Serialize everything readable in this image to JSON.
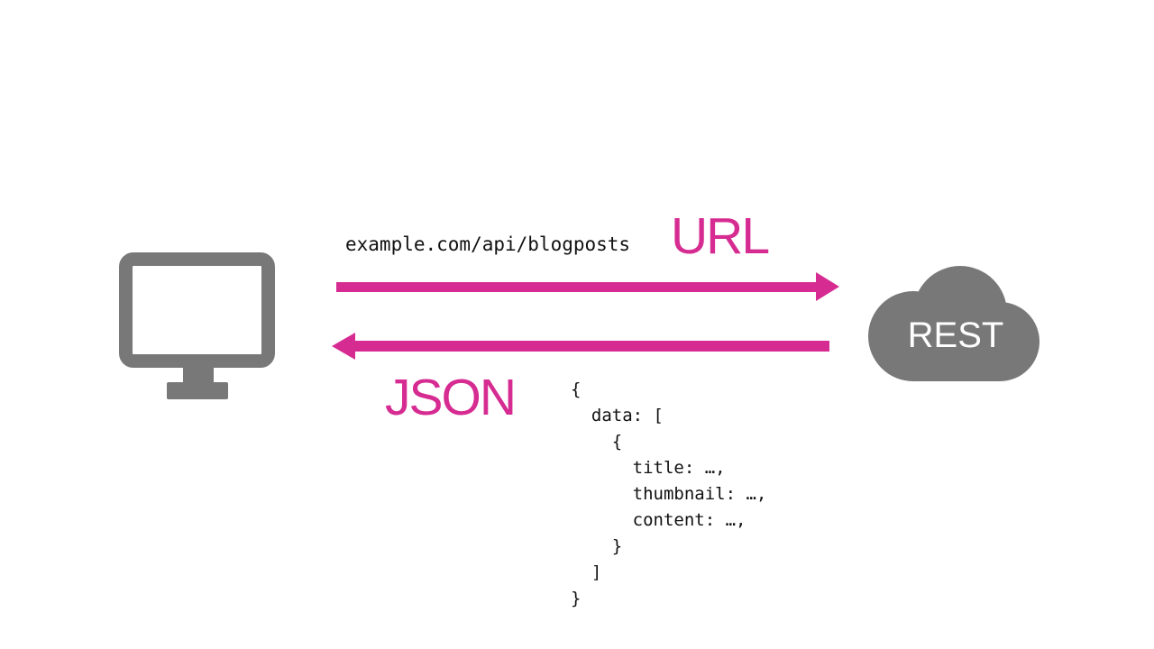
{
  "client": {
    "icon": "monitor-icon"
  },
  "server": {
    "icon": "cloud-icon",
    "label": "REST"
  },
  "request": {
    "url": "example.com/api/blogposts",
    "label": "URL",
    "arrow_icon": "arrow-right-icon"
  },
  "response": {
    "label": "JSON",
    "arrow_icon": "arrow-left-icon",
    "code_lines": [
      "{",
      "  data: [",
      "    {",
      "      title: …,",
      "      thumbnail: …,",
      "      content: …,",
      "    }",
      "  ]",
      "}"
    ]
  },
  "colors": {
    "pink": "#d62c92",
    "gray": "#787878",
    "code_text": "#111111",
    "background": "#ffffff",
    "server_label": "#ffffff"
  }
}
